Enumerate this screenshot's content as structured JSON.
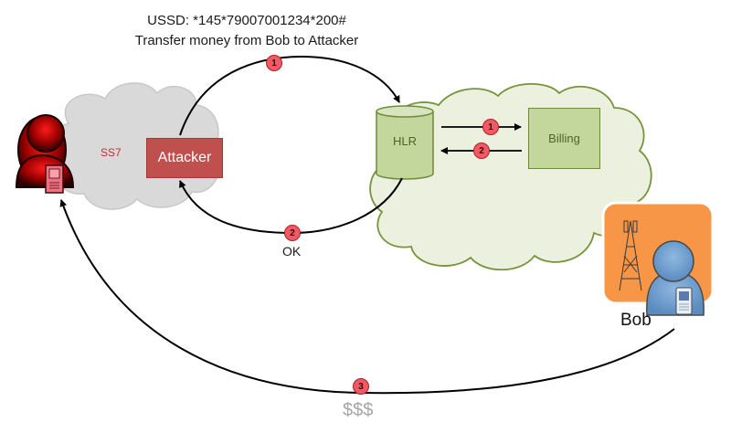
{
  "diagram": {
    "title_lines": [
      "USSD: *145*79007001234*200#",
      "Transfer money from Bob to Attacker"
    ],
    "clouds": {
      "ss7": {
        "label": "SS7",
        "fill": "#d9d9d9",
        "stroke": "#c8c8c8"
      },
      "operator": {
        "label": "",
        "fill": "#ebf1de",
        "stroke": "#77933c"
      }
    },
    "nodes": {
      "attacker_user": {
        "label": "",
        "icon": "user-with-phone-icon",
        "color": "#c00000"
      },
      "attacker_box": {
        "label": "Attacker",
        "fill": "#c0504d"
      },
      "hlr": {
        "label": "HLR",
        "shape": "cylinder",
        "fill": "#c3d69b"
      },
      "billing": {
        "label": "Billing",
        "fill": "#c3d69b"
      },
      "bob": {
        "label": "Bob",
        "icon": "user-with-phone-icon",
        "tile_color": "#f79646",
        "person_color": "#6fa0d0"
      },
      "tower": {
        "icon": "cell-tower-icon"
      }
    },
    "steps": [
      {
        "number": "1",
        "from": "Attacker",
        "to": "HLR",
        "label": "USSD: *145*79007001234*200# / Transfer money from Bob to Attacker"
      },
      {
        "number": "1",
        "from": "HLR",
        "to": "Billing",
        "label": ""
      },
      {
        "number": "2",
        "from": "Billing",
        "to": "HLR",
        "label": ""
      },
      {
        "number": "2",
        "from": "HLR",
        "to": "Attacker",
        "label": "OK"
      },
      {
        "number": "3",
        "from": "Bob",
        "to": "Attacker user",
        "label": "$$$"
      }
    ],
    "labels": {
      "ok": "OK",
      "money": "$$$"
    },
    "badge_color": "#ef5a64"
  }
}
